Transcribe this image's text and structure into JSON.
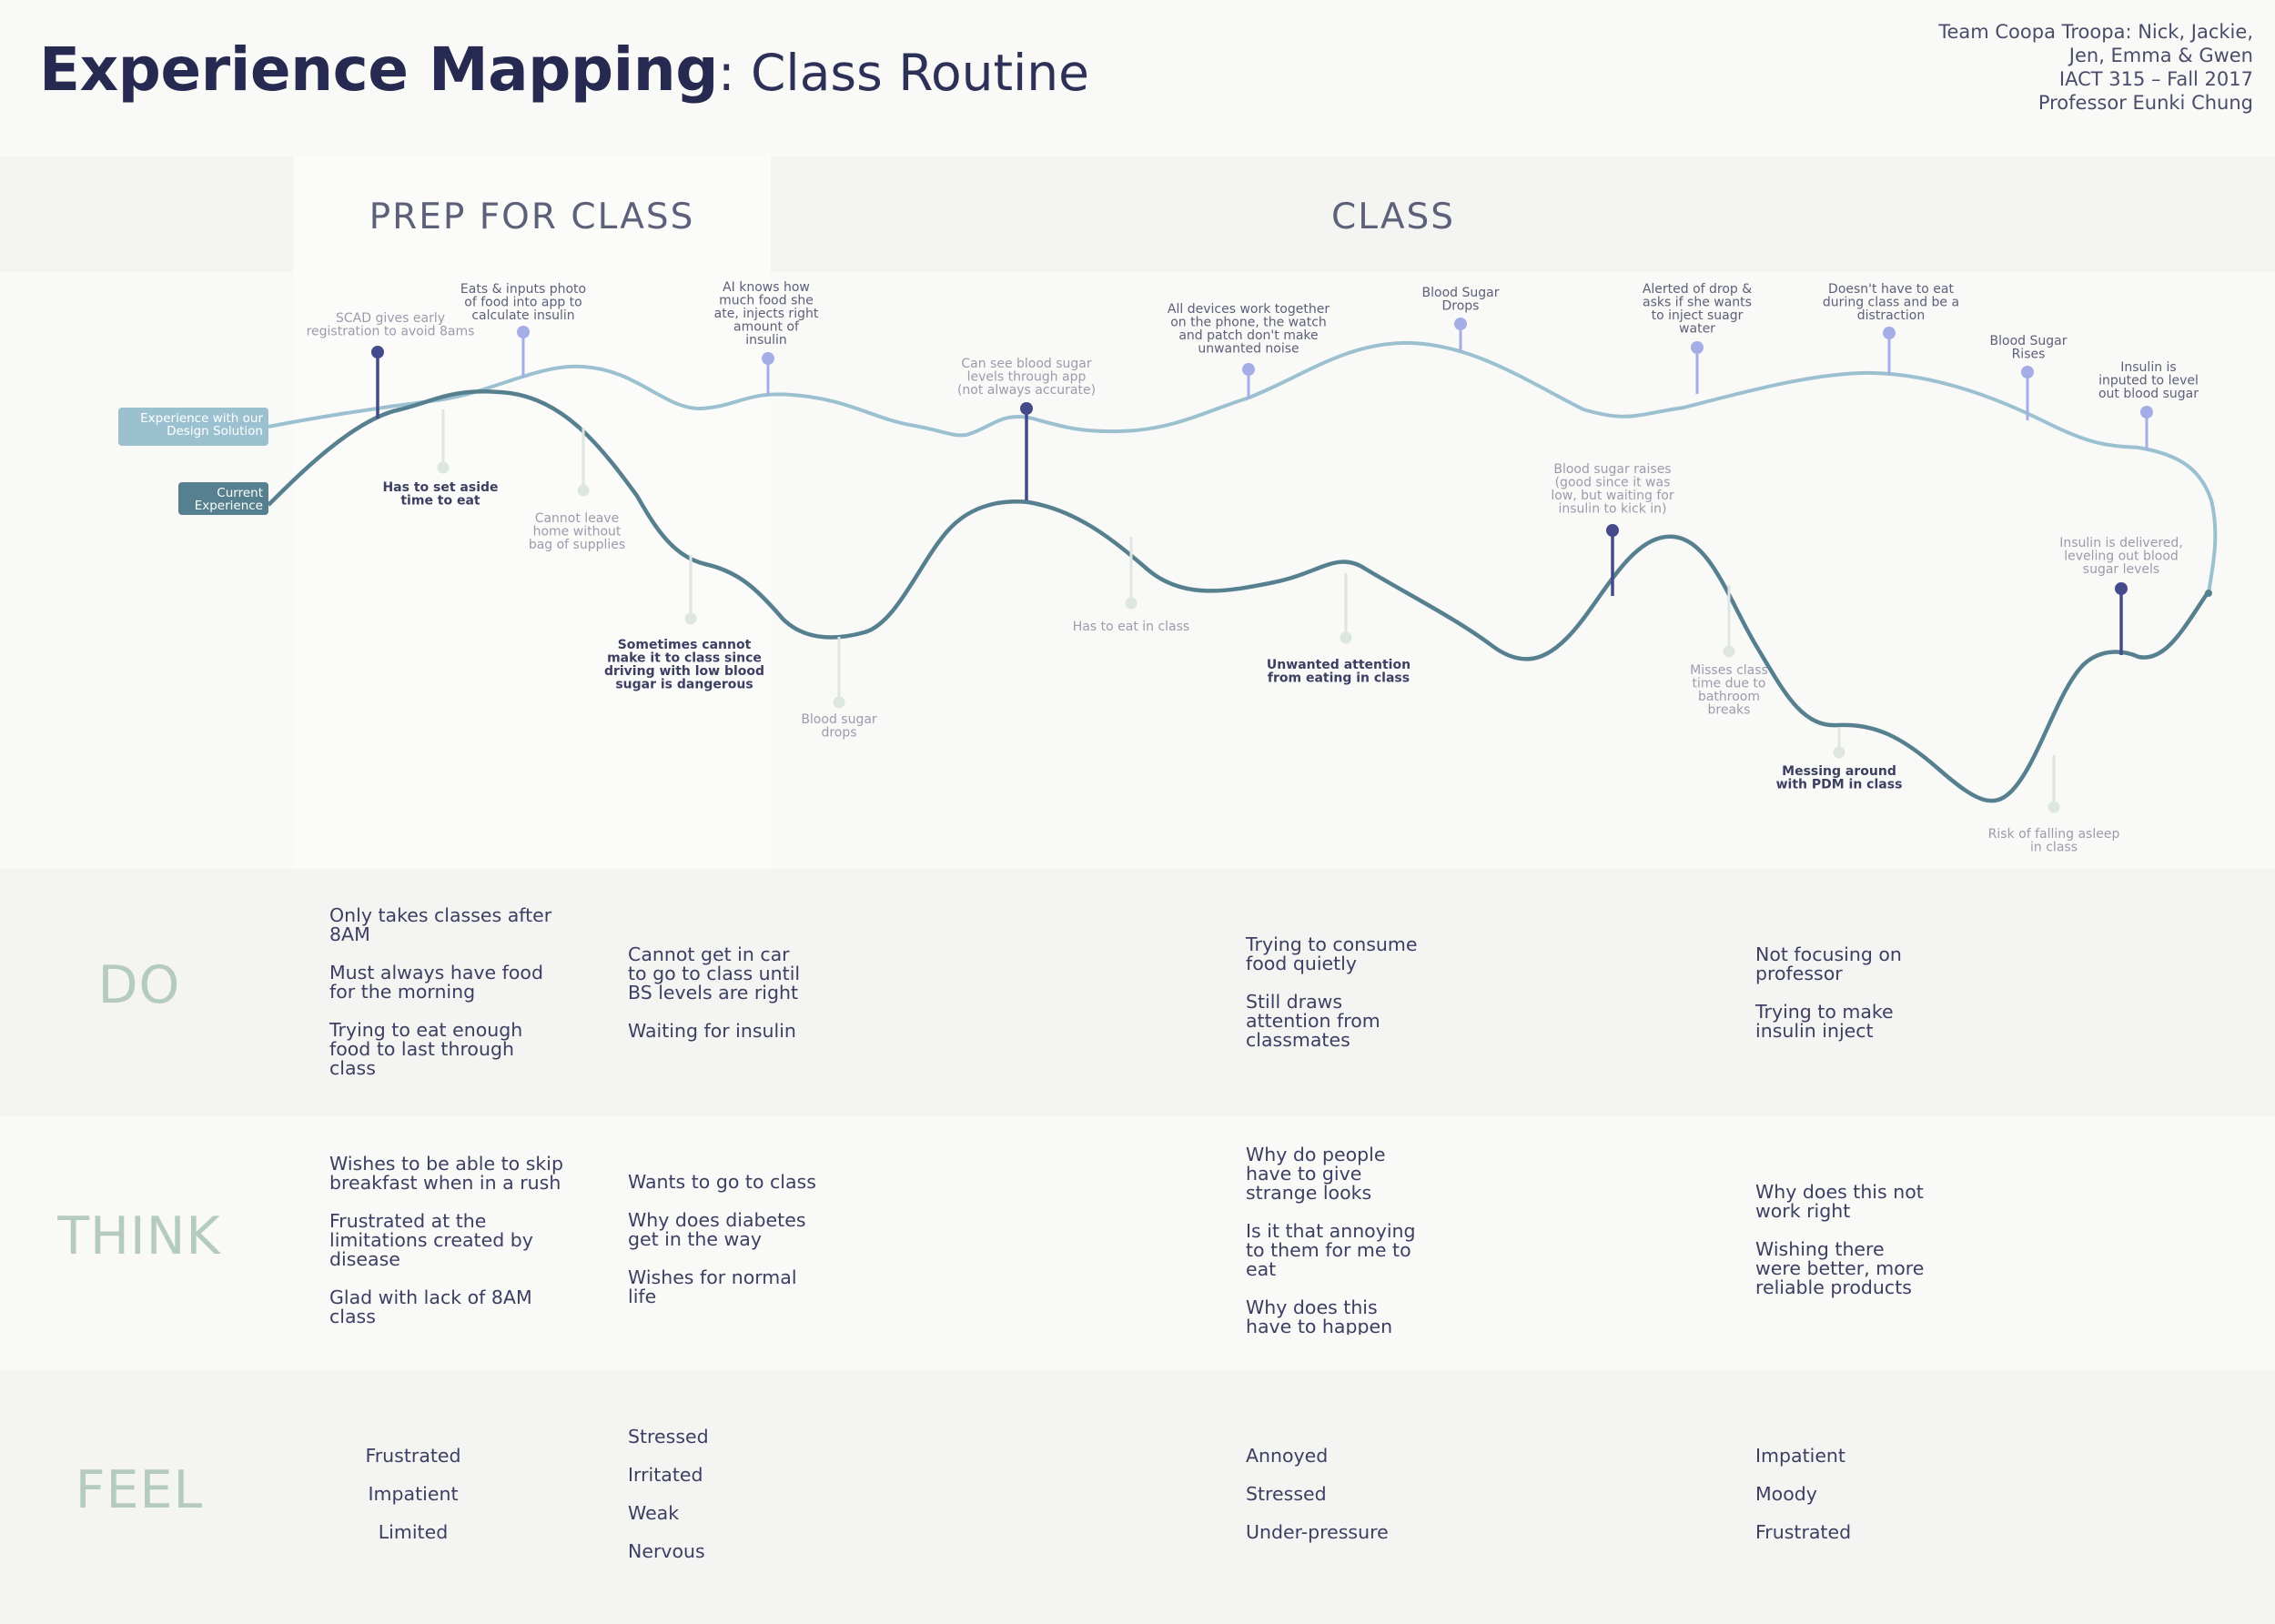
{
  "header": {
    "title_main": "Experience Mapping",
    "title_sub": ": Class Routine",
    "team_lines": [
      "Team Coopa Troopa: Nick, Jackie,",
      "Jen, Emma & Gwen",
      "IACT 315 – Fall 2017",
      "Professor Eunki Chung"
    ]
  },
  "phases": [
    "PREP FOR CLASS",
    "CLASS"
  ],
  "legend": {
    "solution": [
      "Experience with our",
      "Design Solution"
    ],
    "current": [
      "Current",
      "Experience"
    ]
  },
  "colors": {
    "title": "#262a50",
    "solution_line": "#9bc1d1",
    "current_line": "#56808f",
    "solution_marker": "#a4ade6",
    "current_marker": "#454a8a",
    "low_marker": "#dde6e1",
    "row_label": "#b5cbbd"
  },
  "annotations": {
    "solution": [
      {
        "id": "scad-registration",
        "lines": [
          "SCAD gives early",
          "registration to avoid 8ams"
        ]
      },
      {
        "id": "photo-food",
        "lines": [
          "Eats & inputs photo",
          "of food into app to",
          "calculate insulin"
        ]
      },
      {
        "id": "ai-knows",
        "lines": [
          "AI knows how",
          "much food she",
          "ate, injects right",
          "amount of",
          "insulin"
        ]
      },
      {
        "id": "see-blood-sugar",
        "lines": [
          "Can see blood sugar",
          "levels through app",
          "(not always accurate)"
        ]
      },
      {
        "id": "devices-together",
        "lines": [
          "All devices work together",
          "on the phone, the watch",
          "and patch don't make",
          "unwanted noise"
        ]
      },
      {
        "id": "bs-drops-solution",
        "lines": [
          "Blood Sugar",
          "Drops"
        ]
      },
      {
        "id": "alerted-drop",
        "lines": [
          "Alerted of drop &",
          "asks if she wants",
          "to inject suagr",
          "water"
        ]
      },
      {
        "id": "no-eat-class",
        "lines": [
          "Doesn't have to eat",
          "during class and be a",
          "distraction"
        ]
      },
      {
        "id": "bs-rises",
        "lines": [
          "Blood Sugar",
          "Rises"
        ]
      },
      {
        "id": "insulin-inputed",
        "lines": [
          "Insulin is",
          "inputed to level",
          "out blood sugar"
        ]
      }
    ],
    "current": [
      {
        "id": "set-aside-time",
        "lines": [
          "Has to set aside",
          "time to eat"
        ]
      },
      {
        "id": "cannot-leave",
        "lines": [
          "Cannot leave",
          "home without",
          "bag of supplies"
        ]
      },
      {
        "id": "cannot-make-class",
        "lines": [
          "Sometimes cannot",
          "make it to class since",
          "driving with low blood",
          "sugar is dangerous"
        ]
      },
      {
        "id": "bs-drops-current",
        "lines": [
          "Blood sugar",
          "drops"
        ]
      },
      {
        "id": "eat-in-class",
        "lines": [
          "Has to eat in class"
        ]
      },
      {
        "id": "unwanted-attention",
        "lines": [
          "Unwanted attention",
          "from eating in class"
        ]
      },
      {
        "id": "bs-raises",
        "lines": [
          "Blood sugar raises",
          "(good since it was",
          "low,  but waiting for",
          "insulin to kick in)"
        ]
      },
      {
        "id": "misses-class",
        "lines": [
          "Misses class",
          "time due to",
          "bathroom",
          "breaks"
        ]
      },
      {
        "id": "messing-pdm",
        "lines": [
          "Messing around",
          "with PDM in class"
        ]
      },
      {
        "id": "falling-asleep",
        "lines": [
          "Risk of falling asleep",
          "in class"
        ]
      },
      {
        "id": "insulin-delivered",
        "lines": [
          "Insulin is delivered,",
          "leveling out blood",
          "sugar levels"
        ]
      }
    ]
  },
  "rows": [
    {
      "label": "DO",
      "cells": [
        [
          "Only takes classes after\n8AM",
          "Must always have food\nfor the morning",
          "Trying to eat enough\nfood to last through\nclass"
        ],
        [
          "Cannot get in car\nto go to class until\nBS levels are right",
          "Waiting for insulin"
        ],
        [
          "Trying to consume\nfood quietly",
          "Still draws\nattention from\nclassmates"
        ],
        [
          "Not focusing on\nprofessor",
          "Trying to make\ninsulin inject"
        ]
      ]
    },
    {
      "label": "THINK",
      "cells": [
        [
          "Wishes to be able to skip\nbreakfast when in a rush",
          "Frustrated at the\nlimitations created by\ndisease",
          "Glad with lack of 8AM\nclass"
        ],
        [
          "Wants to go to class",
          "Why does diabetes\nget in the way",
          "Wishes for normal\nlife"
        ],
        [
          "Why do people\nhave to give\nstrange looks",
          "Is it that annoying\nto them for me to\neat",
          "Why does this\nhave to happen"
        ],
        [
          "Why does this not\nwork right",
          "Wishing there\nwere better, more\nreliable products"
        ]
      ]
    },
    {
      "label": "FEEL",
      "cells": [
        [
          "Frustrated",
          "Impatient",
          "Limited"
        ],
        [
          "Stressed",
          "Irritated",
          "Weak",
          "Nervous"
        ],
        [
          "Annoyed",
          "Stressed",
          "Under-pressure"
        ],
        [
          "Impatient",
          "Moody",
          "Frustrated"
        ]
      ]
    }
  ]
}
